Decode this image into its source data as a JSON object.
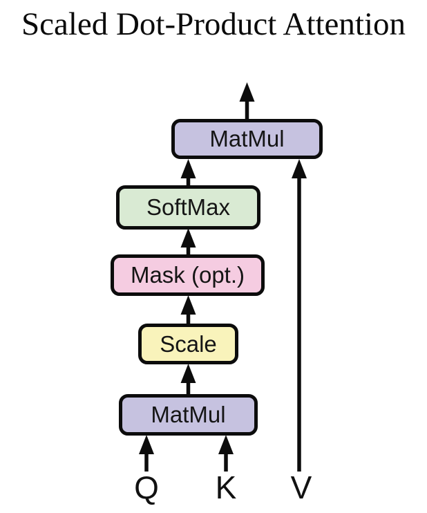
{
  "title": "Scaled Dot-Product Attention",
  "diagram": {
    "blocks": [
      {
        "id": "matmul-top",
        "label": "MatMul",
        "color": "#c6c2e0"
      },
      {
        "id": "softmax",
        "label": "SoftMax",
        "color": "#d9ead3"
      },
      {
        "id": "mask",
        "label": "Mask (opt.)",
        "color": "#f5cce1"
      },
      {
        "id": "scale",
        "label": "Scale",
        "color": "#f9f3bb"
      },
      {
        "id": "matmul-bottom",
        "label": "MatMul",
        "color": "#c6c2e0"
      }
    ],
    "inputs": [
      {
        "label": "Q"
      },
      {
        "label": "K"
      },
      {
        "label": "V"
      }
    ],
    "line_color": "#0c0c0c",
    "background_color": "#ffffff"
  }
}
